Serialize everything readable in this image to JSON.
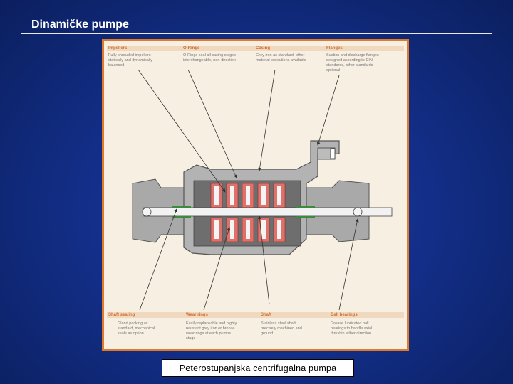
{
  "slide": {
    "title": "Dinamičke pumpe",
    "caption": "Peterostupanjska centrifugalna pumpa"
  },
  "figure": {
    "top_labels": [
      {
        "heading": "Impellers",
        "text": [
          "Fully shrouded impellers",
          "statically and dynamically",
          "balanced"
        ]
      },
      {
        "heading": "O-Rings",
        "text": [
          "O-Rings seal all casing stages",
          "interchangeable, non-direction"
        ]
      },
      {
        "heading": "Casing",
        "text": [
          "Grey iron as standard, other",
          "material executions available"
        ]
      },
      {
        "heading": "Flanges",
        "text": [
          "Suction and discharge flanges",
          "designed according to DIN",
          "standards, other standards",
          "optional"
        ]
      }
    ],
    "bottom_labels": [
      {
        "heading": "Shaft sealing",
        "text": [
          "Gland packing as",
          "standard, mechanical",
          "seals as option"
        ]
      },
      {
        "heading": "Wear rings",
        "text": [
          "Easily replaceable and highly",
          "resistant grey iron or bronze",
          "wear rings at each pumps",
          "stage"
        ]
      },
      {
        "heading": "Shaft",
        "text": [
          "Stainless steel shaft",
          "precisely machined and",
          "ground"
        ]
      },
      {
        "heading": "Ball bearings",
        "text": [
          "Grease lubricated ball",
          "bearings to handle axial",
          "thrust in either direction"
        ]
      }
    ],
    "colors": {
      "border": "#e07a2a",
      "heading": "#d07030",
      "band": "#f0d9bf",
      "casing": "#a9a9a9",
      "impeller": "#e0706a",
      "seal": "#3c8a3c"
    }
  }
}
